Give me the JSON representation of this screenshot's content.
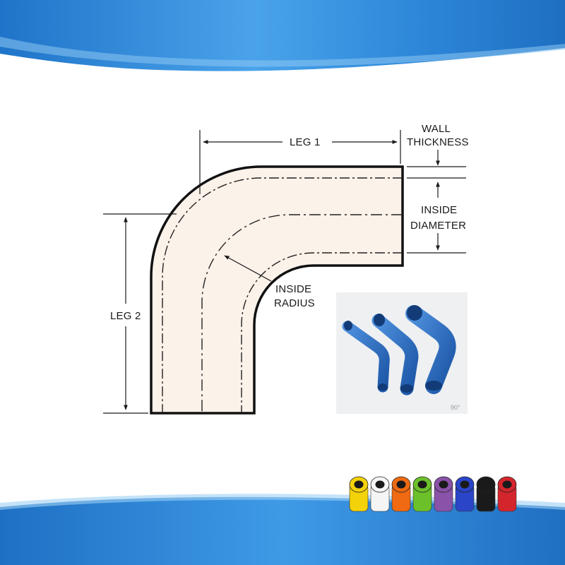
{
  "diagram": {
    "labels": {
      "leg1": "LEG 1",
      "leg2": "LEG 2",
      "wall_line1": "WALL",
      "wall_line2": "THICKNESS",
      "diam_line1": "INSIDE",
      "diam_line2": "DIAMETER",
      "radius_line1": "INSIDE",
      "radius_line2": "RADIUS"
    },
    "photo_caption": "90°"
  },
  "colors": {
    "banner": "#2e86d6",
    "hose_fill": "#fbf2ea",
    "elbow_blue": "#2a6fc4",
    "swatches": [
      "#f4d20a",
      "#f5f5f5",
      "#ef6a12",
      "#6cc12a",
      "#8a52a8",
      "#2a45c8",
      "#1a1a1a",
      "#d4252c"
    ]
  }
}
